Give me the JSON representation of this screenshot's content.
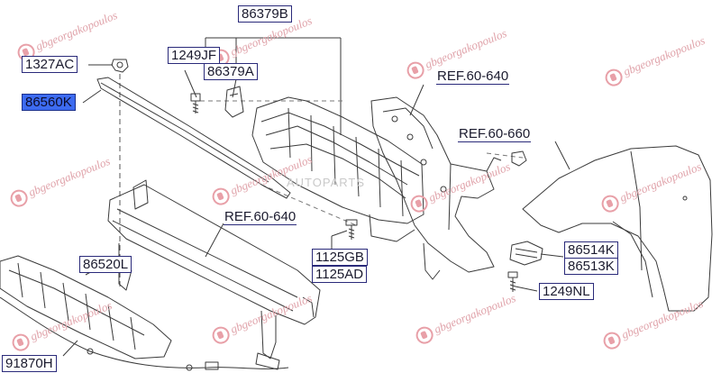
{
  "labels": {
    "p86379B": "86379B",
    "p1249JF": "1249JF",
    "p86379A": "86379A",
    "p1327AC": "1327AC",
    "p86560K": "86560K",
    "ref_60_640_top": "REF.60-640",
    "ref_60_660": "REF.60-660",
    "ref_60_640_mid": "REF.60-640",
    "p86520L": "86520L",
    "p1125GB": "1125GB",
    "p1125AD": "1125AD",
    "p86514K": "86514K",
    "p86513K": "86513K",
    "p1249NL": "1249NL",
    "p91870H": "91870H"
  },
  "watermark": {
    "text": "gbgeorgakopoulos",
    "center_text": "AUTOPARTS"
  },
  "colors": {
    "highlight": "#3d6bf0",
    "line": "#333333",
    "watermark": "#e0a3aa"
  }
}
